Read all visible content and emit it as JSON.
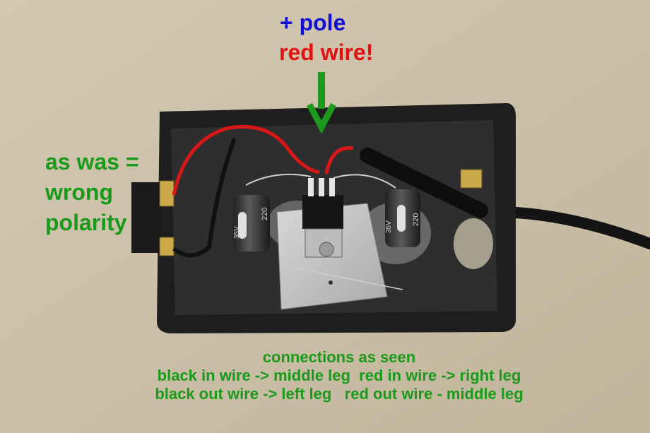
{
  "top_label": {
    "line1": "+ pole",
    "line2": "red wire!"
  },
  "left_label": {
    "line1": "as was =",
    "line2": "wrong",
    "line3": "polarity"
  },
  "bottom_caption": {
    "line1": "connections as seen",
    "line2": "black in wire -> middle leg  red in wire -> right leg",
    "line3": "black out wire -> left leg   red out wire - middle leg"
  },
  "component_markings": {
    "capacitor_left_voltage": "35V",
    "capacitor_left_value": "220",
    "capacitor_right_voltage": "35V",
    "capacitor_right_value": "220"
  },
  "colors": {
    "pole_text": "#1010d8",
    "red_wire_text": "#e21010",
    "annotation_green": "#1a9a1a",
    "arrow_green": "#1d9a1d",
    "background": "#cbbfa7"
  }
}
